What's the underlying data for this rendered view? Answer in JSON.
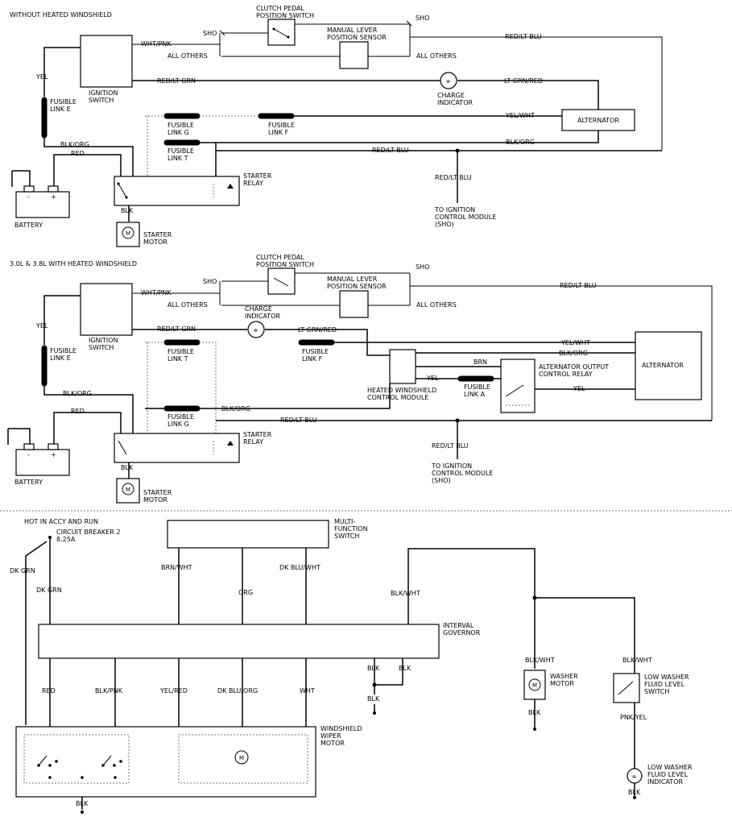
{
  "charging_system_1": {
    "section_title": "WITHOUT HEATED WINDSHIELD",
    "clutch_switch": "CLUTCH PEDAL|POSITION SWITCH",
    "sho_left": "SHO",
    "sho_right": "SHO",
    "wht_pnk": "WHT/PNK",
    "all_others_left": "ALL OTHERS",
    "all_others_right": "ALL OTHERS",
    "manual_lever": "MANUAL LEVER|POSITION SENSOR",
    "red_lt_blu_top": "RED/LT BLU",
    "yel": "YEL",
    "ignition_switch": "IGNITION|SWITCH",
    "red_lt_grn": "RED/LT GRN",
    "charge_indicator": "CHARGE|INDICATOR",
    "lt_grn_red": "LT GRN/RED",
    "fusible_link_e": "FUSIBLE|LINK E",
    "fusible_link_g": "FUSIBLE|LINK G",
    "fusible_link_f": "FUSIBLE|LINK F",
    "yel_wht": "YEL/WHT",
    "alternator": "ALTERNATOR",
    "fusible_link_t": "FUSIBLE|LINK T",
    "blk_org_left": "BLK/ORG",
    "blk_org_right": "BLK/ORG",
    "red": "RED",
    "red_lt_blu_mid": "RED/LT BLU",
    "starter_relay": "STARTER|RELAY",
    "red_lt_blu_down": "RED/LT BLU",
    "blk": "BLK",
    "battery": "BATTERY",
    "starter_motor": "STARTER|MOTOR",
    "to_icm": "TO IGNITION|CONTROL MODULE|(SHO)"
  },
  "charging_system_2": {
    "section_title": "3.0L & 3.8L WITH HEATED WINDSHIELD",
    "clutch_switch": "CLUTCH PEDAL|POSITION SWITCH",
    "sho_left": "SHO",
    "sho_right": "SHO",
    "wht_pnk": "WHT/PNK",
    "manual_lever": "MANUAL LEVER|POSITION SENSOR",
    "red_lt_blu_top": "RED/LT BLU",
    "all_others_left": "ALL OTHERS",
    "all_others_right": "ALL OTHERS",
    "charge_indicator": "CHARGE|INDICATOR",
    "yel": "YEL",
    "ignition_switch": "IGNITION|SWITCH",
    "red_lt_grn": "RED/LT GRN",
    "lt_grn_red": "LT GRN/RED",
    "yel_wht": "YEL/WHT",
    "fusible_link_e": "FUSIBLE|LINK E",
    "fusible_link_t": "FUSIBLE|LINK T",
    "fusible_link_f": "FUSIBLE|LINK F",
    "blk_org_right": "BLK/ORG",
    "alternator": "ALTERNATOR",
    "brn": "BRN",
    "alt_output_relay": "ALTERNATOR OUTPUT|CONTROL RELAY",
    "yel_mid": "YEL",
    "fusible_link_a": "FUSIBLE|LINK A",
    "yel_right": "YEL",
    "hw_control_module": "HEATED WINDSHIELD|CONTROL MODULE",
    "blk_org_left": "BLK/ORG",
    "blk_org_g": "BLK/ORG",
    "fusible_link_g": "FUSIBLE|LINK G",
    "red": "RED",
    "red_lt_blu_mid": "RED/LT BLU",
    "starter_relay": "STARTER|RELAY",
    "blk": "BLK",
    "battery": "BATTERY",
    "red_lt_blu_down": "RED/LT BLU",
    "starter_motor": "STARTER|MOTOR",
    "to_icm": "TO IGNITION|CONTROL MODULE|(SHO)"
  },
  "wiper_system": {
    "hot_in": "HOT IN ACCY AND RUN",
    "circuit_breaker": "CIRCUIT BREAKER 2|8.25A",
    "multi_function": "MULTI-|FUNCTION|SWITCH",
    "dk_grn_1": "DK GRN",
    "dk_grn_2": "DK GRN",
    "brn_wht": "BRN/WHT",
    "org": "ORG",
    "dk_blu_wht": "DK BLU/WHT",
    "blk_wht_top": "BLK/WHT",
    "interval_governor": "INTERVAL|GOVERNOR",
    "blk_wht_washer": "BLK/WHT",
    "blk_wht_switch": "BLK/WHT",
    "blk_a": "BLK",
    "blk_b": "BLK",
    "blk_c": "BLK",
    "red": "RED",
    "blk_pnk": "BLK/PNK",
    "yel_red": "YEL/RED",
    "dk_blu_org": "DK BLU/ORG",
    "wht": "WHT",
    "washer_motor": "WASHER|MOTOR",
    "low_washer_switch": "LOW WASHER|FLUID LEVEL|SWITCH",
    "blk_washer": "BLK",
    "pnk_yel": "PNK/YEL",
    "wiper_motor": "WINDSHIELD|WIPER|MOTOR",
    "low_washer_indicator": "LOW WASHER|FLUID LEVEL|INDICATOR",
    "blk_indicator": "BLK",
    "blk_wiper": "BLK"
  }
}
